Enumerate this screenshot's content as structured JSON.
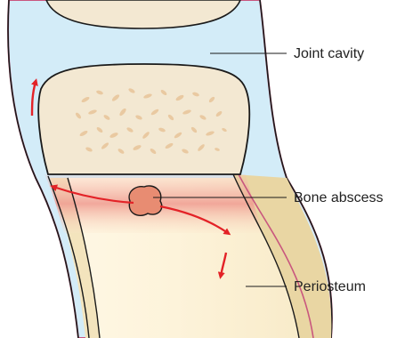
{
  "labels": {
    "joint_cavity": "Joint cavity",
    "bone_abscess": "Bone abscess",
    "periosteum": "Periosteum"
  },
  "colors": {
    "joint_fluid": "#d3ecf8",
    "periosteum_outline": "#c9567e",
    "cartilage_cap": "#f3e8d2",
    "spongy_dots": "#e9c9a1",
    "shaft": "#fbf1d6",
    "cortex": "#e5d4a8",
    "abscess_zone": "#f0a79c",
    "abscess": "#e88c72",
    "arrow": "#e32227",
    "outline": "#1a1a1a"
  }
}
